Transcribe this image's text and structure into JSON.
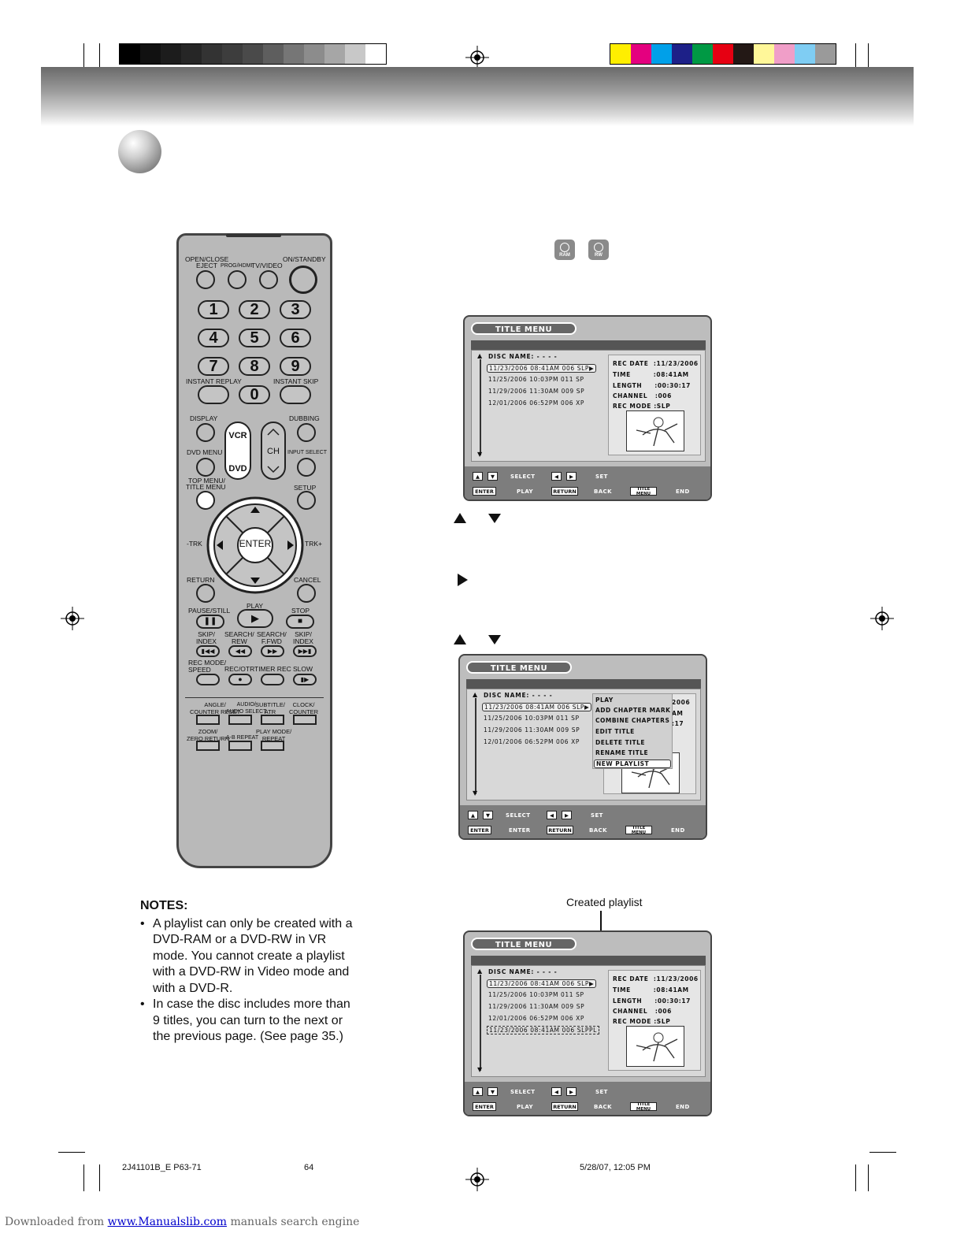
{
  "remote": {
    "open_close": "OPEN/CLOSE",
    "eject": "EJECT",
    "prog_hdmi": "PROG/HDMI",
    "tv_video": "TV/VIDEO",
    "on_standby": "ON/STANDBY",
    "digits": [
      "1",
      "2",
      "3",
      "4",
      "5",
      "6",
      "7",
      "8",
      "9",
      "0"
    ],
    "instant_replay": "INSTANT REPLAY",
    "instant_skip": "INSTANT SKIP",
    "display": "DISPLAY",
    "dubbing": "DUBBING",
    "vcr": "VCR",
    "dvd": "DVD",
    "ch": "CH",
    "dvd_menu": "DVD MENU",
    "input_select": "INPUT SELECT",
    "top_menu": "TOP MENU/",
    "title_menu": "TITLE MENU",
    "setup": "SETUP",
    "trk_minus": "-TRK",
    "trk_plus": "TRK+",
    "enter": "ENTER",
    "return": "RETURN",
    "cancel": "CANCEL",
    "pause_still": "PAUSE/STILL",
    "play": "PLAY",
    "stop": "STOP",
    "skip_index_l": "SKIP/\nINDEX",
    "search_rew": "SEARCH/\nREW",
    "search_ffwd": "SEARCH/\nF.FWD",
    "skip_index_r": "SKIP/\nINDEX",
    "rec_mode_speed": "REC MODE/\nSPEED",
    "rec_otr": "REC/OTR",
    "timer_rec": "TIMER REC",
    "slow": "SLOW",
    "angle": "ANGLE/\nCOUNTER RESET",
    "audio": "AUDIO/\nAUDIO SELECT",
    "subtitle": "SUBTITLE/\nATR",
    "clock": "CLOCK/\nCOUNTER",
    "zoom": "ZOOM/\nZERO RETURN",
    "ab_repeat": "A-B REPEAT",
    "play_mode": "PLAY MODE/\nREPEAT"
  },
  "badges": {
    "ram": "RAM",
    "rw": "RW"
  },
  "screen1": {
    "title": "TITLE MENU",
    "disc_name": "DISC NAME: - - - -",
    "titles": [
      "11/23/2006 08:41AM 006 SLP",
      "11/25/2006 10:03PM 011 SP",
      "11/29/2006 11:30AM 009 SP",
      "12/01/2006 06:52PM 006 XP"
    ],
    "info": [
      "REC DATE  :11/23/2006",
      "TIME         :08:41AM",
      "LENGTH     :00:30:17",
      "CHANNEL   :006",
      "REC MODE :SLP"
    ],
    "footer": {
      "select": "SELECT",
      "set": "SET",
      "enter": "ENTER",
      "play": "PLAY",
      "return": "RETURN",
      "back": "BACK",
      "title_menu": "TITLE MENU",
      "end": "END"
    }
  },
  "screen2": {
    "title": "TITLE MENU",
    "disc_name": "DISC NAME: - - - -",
    "titles": [
      "11/23/2006 08:41AM 006 SLP",
      "11/25/2006 10:03PM 011 SP",
      "11/29/2006 11:30AM 009 SP",
      "12/01/2006 06:52PM 006 XP"
    ],
    "info_peek": [
      "2006",
      "AM",
      ":17"
    ],
    "menu": [
      "PLAY",
      "ADD CHAPTER MARK",
      "COMBINE CHAPTERS",
      "EDIT TITLE",
      "DELETE TITLE",
      "RENAME TITLE",
      "NEW PLAYLIST"
    ],
    "footer": {
      "select": "SELECT",
      "set": "SET",
      "enter": "ENTER",
      "play": "ENTER",
      "return": "RETURN",
      "back": "BACK",
      "title_menu": "TITLE MENU",
      "end": "END"
    }
  },
  "screen3": {
    "title": "TITLE MENU",
    "disc_name": "DISC NAME: - - - -",
    "titles": [
      "11/23/2006 08:41AM 006 SLP",
      "11/25/2006 10:03PM 011 SP",
      "11/29/2006 11:30AM 009 SP",
      "12/01/2006 06:52PM 006 XP",
      "11/23/2006 08:41AM 006 SLPPL"
    ],
    "info": [
      "REC DATE  :11/23/2006",
      "TIME         :08:41AM",
      "LENGTH     :00:30:17",
      "CHANNEL   :006",
      "REC MODE :SLP"
    ],
    "footer": {
      "select": "SELECT",
      "set": "SET",
      "enter": "ENTER",
      "play": "PLAY",
      "return": "RETURN",
      "back": "BACK",
      "title_menu": "TITLE MENU",
      "end": "END"
    }
  },
  "created_playlist": "Created playlist",
  "notes": {
    "heading": "NOTES:",
    "items": [
      "A playlist can only be created with a DVD-RAM or a DVD-RW in VR mode. You cannot create a playlist with a DVD-RW in Video mode and with a DVD-R.",
      "In case the disc includes more than 9 titles, you can turn to the next or the previous page. (See page 35.)"
    ]
  },
  "footer": {
    "code": "2J41101B_E P63-71",
    "page": "64",
    "date": "5/28/07, 12:05 PM",
    "downloaded": "Downloaded from",
    "site": "www.Manualslib.com",
    "tagline": "manuals search engine"
  },
  "colors": {
    "gray_bar": [
      "#000000",
      "#111111",
      "#1c1c1c",
      "#262626",
      "#333333",
      "#3d3d3d",
      "#4a4a4a",
      "#5e5e5e",
      "#767676",
      "#8c8c8c",
      "#a6a6a6",
      "#c8c8c8",
      "#ffffff"
    ],
    "color_bar": [
      "#ffee00",
      "#e4007f",
      "#00a0e9",
      "#1d2088",
      "#009944",
      "#e60012",
      "#231815",
      "#fff799",
      "#f09ec8",
      "#7fcdf3",
      "#9a9a9a"
    ]
  }
}
